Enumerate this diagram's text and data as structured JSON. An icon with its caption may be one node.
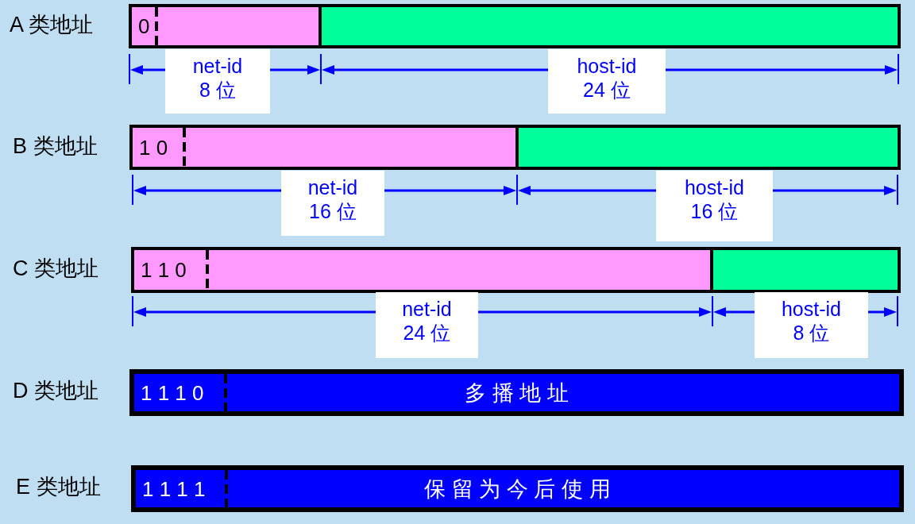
{
  "diagram": {
    "nodes": [
      {
        "text": [
          "0"
        ]
      },
      {
        "text": [],
        "shape": "box"
      },
      {
        "text": [
          "net-id",
          "8 位"
        ]
      },
      {
        "text": [
          "host-id",
          "24 位"
        ]
      },
      {
        "text": [
          "1 0"
        ]
      },
      {
        "text": [],
        "shape": "box"
      },
      {
        "text": [
          "net-id",
          "16 位"
        ]
      },
      {
        "text": [
          "host-id",
          "16 位"
        ]
      },
      {
        "text": [
          "1 1 0"
        ]
      },
      {
        "text": [],
        "shape": "box"
      },
      {
        "text": [
          "net-id",
          "24 位"
        ]
      },
      {
        "text": [
          "host-id",
          "8 位"
        ]
      },
      {
        "text": [
          "1 1 1 0",
          "多 播 地 址"
        ]
      },
      {
        "text": [
          "1 1 1 1",
          "保 留 为 今 后 使 用"
        ]
      }
    ],
    "labels": [
      "A 类地址",
      "B 类地址",
      "C 类地址",
      "D 类地址",
      "E 类地址"
    ]
  }
}
